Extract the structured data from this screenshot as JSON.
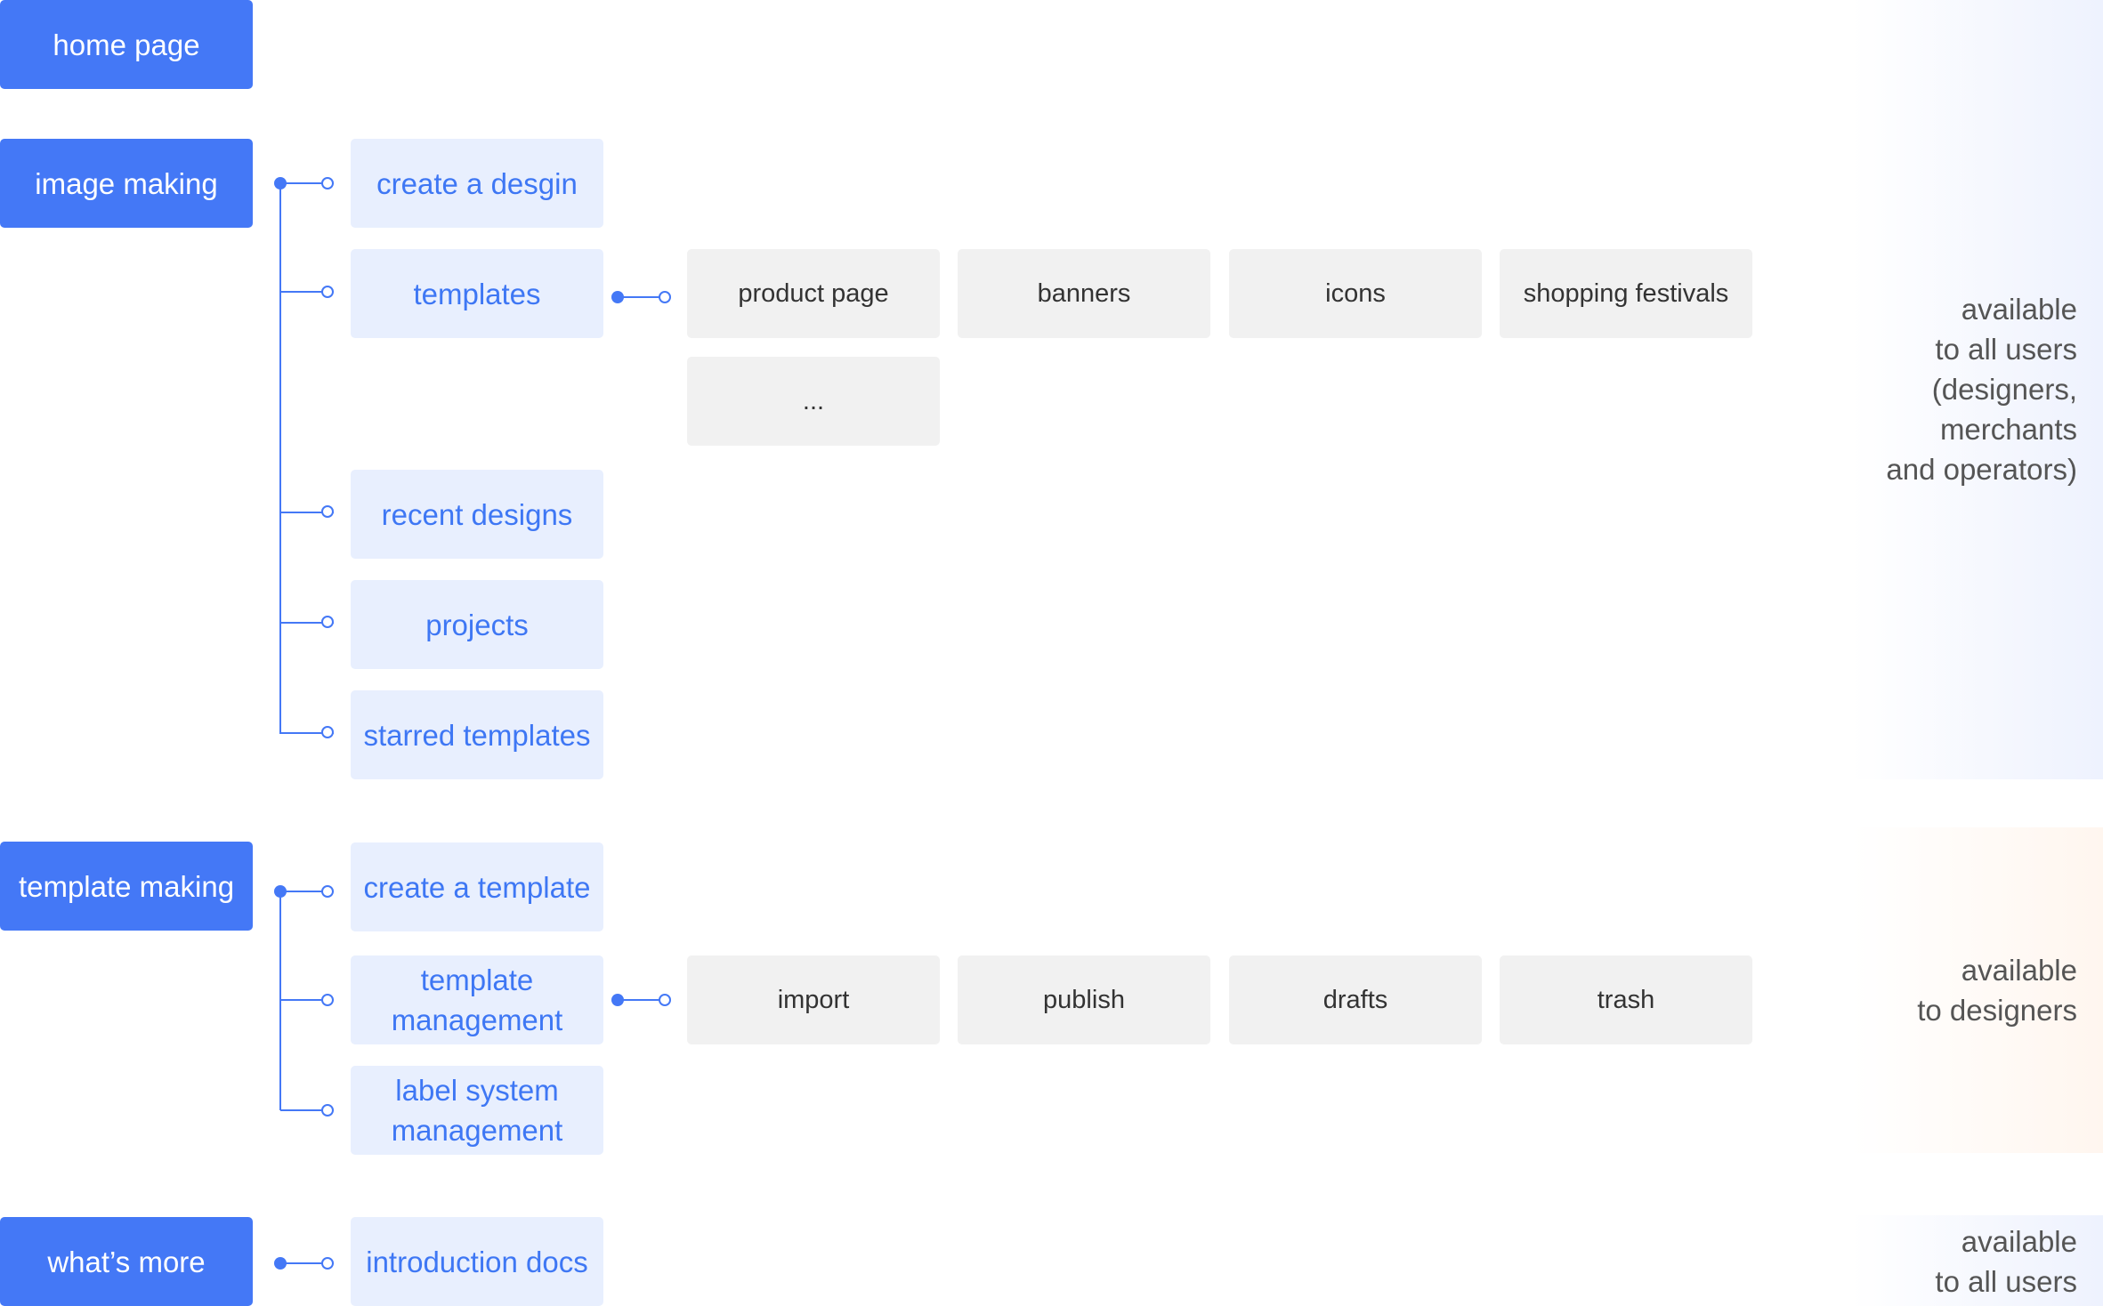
{
  "sections": {
    "home": {
      "label": "home page"
    },
    "image_making": {
      "label": "image making",
      "children": [
        "create a desgin",
        "templates",
        "recent designs",
        "projects",
        "starred templates"
      ],
      "templates_leaves": [
        "product page",
        "banners",
        "icons",
        "shopping festivals",
        "..."
      ],
      "note": "available\nto all users\n(designers,\nmerchants\nand operators)"
    },
    "template_making": {
      "label": "template making",
      "children": [
        "create a template",
        "template\nmanagement",
        "label system\nmanagement"
      ],
      "management_leaves": [
        "import",
        "publish",
        "drafts",
        "trash"
      ],
      "note": "available\nto designers"
    },
    "whats_more": {
      "label": "what’s more",
      "children": [
        "introduction docs"
      ],
      "note": "available\nto all users"
    }
  },
  "colors": {
    "primary": "#4478f6",
    "sub_bg": "#e8effe",
    "sub_text": "#3e77f4",
    "leaf_bg": "#f1f1f1",
    "note_text": "#555555"
  }
}
